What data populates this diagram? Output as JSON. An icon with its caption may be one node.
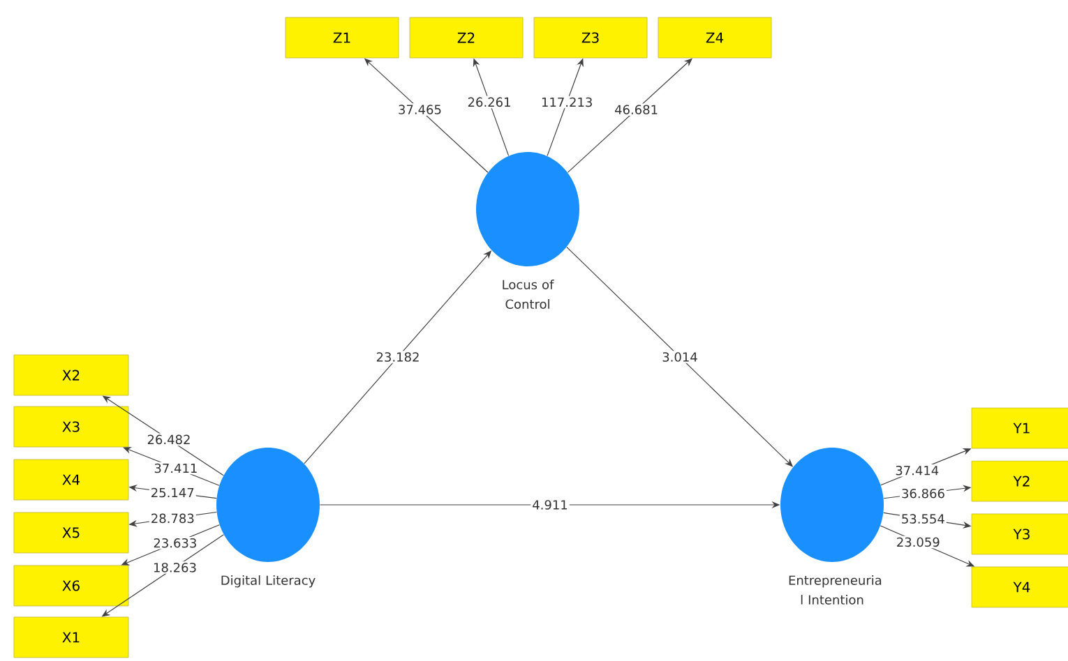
{
  "diagram": {
    "nodes": [
      {
        "text": [
          "Z1"
        ]
      },
      {
        "text": [
          "Z2"
        ]
      },
      {
        "text": [
          "Z3"
        ]
      },
      {
        "text": [
          "Z4"
        ]
      },
      {
        "text": [
          "Locus of Control"
        ]
      },
      {
        "text": [
          "X2"
        ]
      },
      {
        "text": [
          "X3"
        ]
      },
      {
        "text": [
          "X4"
        ]
      },
      {
        "text": [
          "X5"
        ]
      },
      {
        "text": [
          "X6"
        ]
      },
      {
        "text": [
          "X1"
        ]
      },
      {
        "text": [
          "Digital Literacy"
        ]
      },
      {
        "text": [
          "Entrepreneuria l Intention"
        ]
      },
      {
        "text": [
          "Y1"
        ]
      },
      {
        "text": [
          "Y2"
        ]
      },
      {
        "text": [
          "Y3"
        ]
      },
      {
        "text": [
          "Y4"
        ]
      }
    ],
    "edges": [
      {
        "from": 4,
        "to": 0,
        "arrow": "to",
        "label": "37.465"
      },
      {
        "from": 4,
        "to": 1,
        "arrow": "to",
        "label": "26.261"
      },
      {
        "from": 4,
        "to": 2,
        "arrow": "to",
        "label": "117.213"
      },
      {
        "from": 4,
        "to": 3,
        "arrow": "to",
        "label": "46.681"
      },
      {
        "from": 11,
        "to": 5,
        "arrow": "to",
        "label": "26.482"
      },
      {
        "from": 11,
        "to": 6,
        "arrow": "to",
        "label": "37.411"
      },
      {
        "from": 11,
        "to": 7,
        "arrow": "to",
        "label": "25.147"
      },
      {
        "from": 11,
        "to": 8,
        "arrow": "to",
        "label": "28.783"
      },
      {
        "from": 11,
        "to": 9,
        "arrow": "to",
        "label": "23.633"
      },
      {
        "from": 11,
        "to": 10,
        "arrow": "to",
        "label": "18.263"
      },
      {
        "from": 12,
        "to": 13,
        "arrow": "to",
        "label": "37.414"
      },
      {
        "from": 12,
        "to": 14,
        "arrow": "to",
        "label": "36.866"
      },
      {
        "from": 12,
        "to": 15,
        "arrow": "to",
        "label": "53.554"
      },
      {
        "from": 12,
        "to": 16,
        "arrow": "to",
        "label": "23.059"
      },
      {
        "from": 11,
        "to": 4,
        "arrow": "to",
        "label": "23.182"
      },
      {
        "from": 4,
        "to": 12,
        "arrow": "to",
        "label": "3.014"
      },
      {
        "from": 11,
        "to": 12,
        "arrow": "to",
        "label": "4.911"
      }
    ]
  }
}
